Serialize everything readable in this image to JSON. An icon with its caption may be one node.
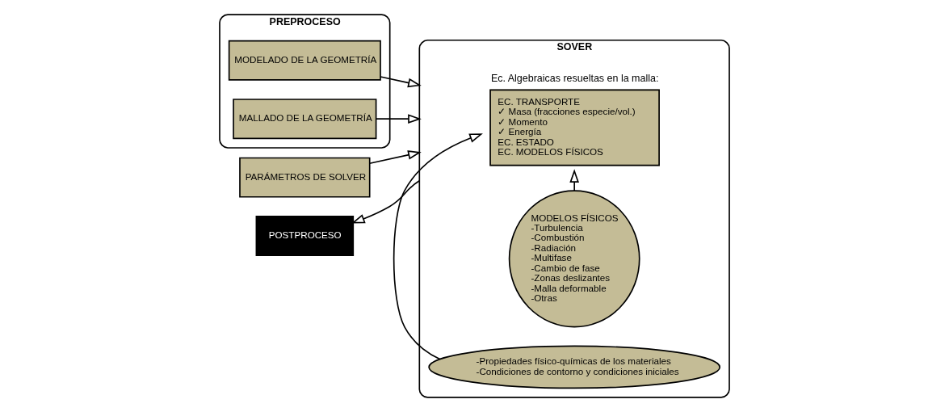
{
  "diagram": {
    "nodes": [
      {
        "text": [
          "PREPROCESO"
        ]
      },
      {
        "text": [
          "MODELADO DE LA GEOMETRÍA"
        ],
        "in": 0
      },
      {
        "text": [
          "MALLADO DE LA GEOMETRÍA"
        ],
        "in": 0
      },
      {
        "text": [
          "PARÁMETROS DE SOLVER"
        ]
      },
      {
        "text": [
          "POSTPROCESO"
        ]
      },
      {
        "text": [
          "SOVER"
        ]
      },
      {
        "text": [
          "Ec. Algebraicas resueltas en la malla:",
          "EC. TRANSPORTE",
          "✓ Masa (fracciones especie/vol.)",
          "✓ Momento",
          "✓ Energía",
          "EC. ESTADO",
          "EC. MODELOS FÍSICOS"
        ],
        "in": 5
      },
      {
        "text": [
          "MODELOS FÍSICOS",
          "-Turbulencia",
          "-Combustión",
          "-Radiación",
          "-Multifase",
          "-Cambio de fase",
          "-Zonas deslizantes",
          "-Malla deformable",
          "-Otras"
        ],
        "in": 5
      },
      {
        "text": [
          "-Propiedades físico-químicas de los materiales",
          "-Condiciones de contorno y condiciones iniciales"
        ],
        "in": 5
      }
    ],
    "edges": [
      {
        "from": 1,
        "to": 5,
        "arrow": "to"
      },
      {
        "from": 2,
        "to": 5,
        "arrow": "to"
      },
      {
        "from": 3,
        "to": 5,
        "arrow": "to"
      },
      {
        "from": 5,
        "to": 4,
        "arrow": "to"
      },
      {
        "from": 7,
        "to": 6,
        "arrow": "to"
      },
      {
        "from": 8,
        "to": 6,
        "arrow": "to"
      }
    ]
  }
}
